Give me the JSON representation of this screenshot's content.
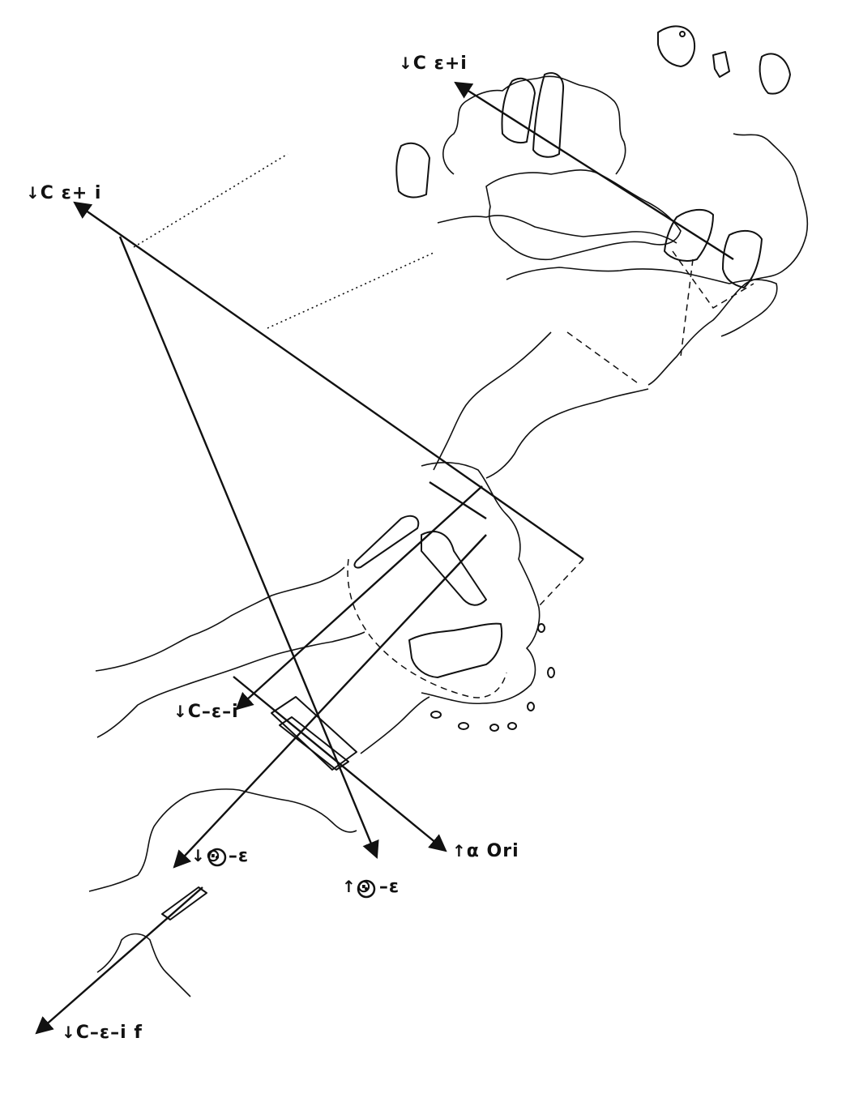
{
  "labels": {
    "c_e_plus_i_top": {
      "arrow": "↓",
      "text": "C ε+i"
    },
    "c_e_plus_i_left": {
      "arrow": "↓",
      "text": "C ε+ i"
    },
    "c_minus_e_minus_i": {
      "arrow": "↓",
      "text": "C–ε–i"
    },
    "alpha_ori": {
      "arrow": "↑",
      "text": "α Ori"
    },
    "sun_minus_e_left": {
      "arrow": "↓",
      "text": "⊙ –ε"
    },
    "sun_minus_e_right": {
      "arrow": "↑",
      "text": "⊙ –ε"
    },
    "c_minus_e_minus_i_f": {
      "arrow": "↓",
      "text": "C–ε–i f"
    }
  },
  "icons": {
    "arrowhead": "arrowhead-icon",
    "sun_symbol": "circled-dot"
  },
  "colors": {
    "ink": "#111111",
    "paper": "#ffffff"
  }
}
